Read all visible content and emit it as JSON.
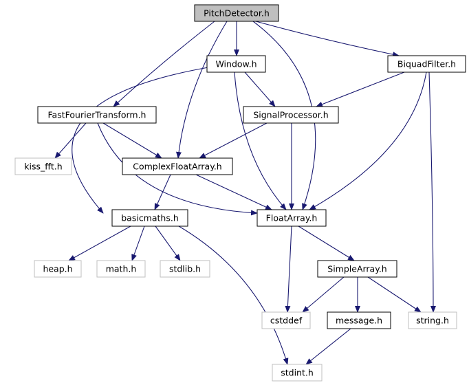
{
  "graph": {
    "colors": {
      "edge": "#191970",
      "node_border": "#000000",
      "external_border": "#bfbfbf",
      "root_fill": "#bfbfbf",
      "node_fill": "#ffffff"
    },
    "nodes": [
      {
        "id": "pitchdetector",
        "label": "PitchDetector.h",
        "kind": "root"
      },
      {
        "id": "window",
        "label": "Window.h",
        "kind": "local"
      },
      {
        "id": "biquadfilter",
        "label": "BiquadFilter.h",
        "kind": "local"
      },
      {
        "id": "fft",
        "label": "FastFourierTransform.h",
        "kind": "local"
      },
      {
        "id": "signalprocessor",
        "label": "SignalProcessor.h",
        "kind": "local"
      },
      {
        "id": "kissfft",
        "label": "kiss_fft.h",
        "kind": "external"
      },
      {
        "id": "complexfloatarray",
        "label": "ComplexFloatArray.h",
        "kind": "local"
      },
      {
        "id": "basicmaths",
        "label": "basicmaths.h",
        "kind": "local"
      },
      {
        "id": "floatarray",
        "label": "FloatArray.h",
        "kind": "local"
      },
      {
        "id": "heap",
        "label": "heap.h",
        "kind": "external"
      },
      {
        "id": "math",
        "label": "math.h",
        "kind": "external"
      },
      {
        "id": "stdlib",
        "label": "stdlib.h",
        "kind": "external"
      },
      {
        "id": "simplearray",
        "label": "SimpleArray.h",
        "kind": "local"
      },
      {
        "id": "cstddef",
        "label": "cstddef",
        "kind": "external"
      },
      {
        "id": "message",
        "label": "message.h",
        "kind": "local"
      },
      {
        "id": "string",
        "label": "string.h",
        "kind": "external"
      },
      {
        "id": "stdint",
        "label": "stdint.h",
        "kind": "external"
      }
    ],
    "edges": [
      {
        "from": "pitchdetector",
        "to": "window"
      },
      {
        "from": "pitchdetector",
        "to": "biquadfilter"
      },
      {
        "from": "pitchdetector",
        "to": "fft"
      },
      {
        "from": "pitchdetector",
        "to": "complexfloatarray"
      },
      {
        "from": "pitchdetector",
        "to": "floatarray"
      },
      {
        "from": "window",
        "to": "signalprocessor"
      },
      {
        "from": "window",
        "to": "floatarray"
      },
      {
        "from": "window",
        "to": "basicmaths"
      },
      {
        "from": "biquadfilter",
        "to": "signalprocessor"
      },
      {
        "from": "biquadfilter",
        "to": "floatarray"
      },
      {
        "from": "biquadfilter",
        "to": "string"
      },
      {
        "from": "fft",
        "to": "kissfft"
      },
      {
        "from": "fft",
        "to": "complexfloatarray"
      },
      {
        "from": "fft",
        "to": "floatarray"
      },
      {
        "from": "signalprocessor",
        "to": "complexfloatarray"
      },
      {
        "from": "signalprocessor",
        "to": "floatarray"
      },
      {
        "from": "complexfloatarray",
        "to": "basicmaths"
      },
      {
        "from": "complexfloatarray",
        "to": "floatarray"
      },
      {
        "from": "basicmaths",
        "to": "heap"
      },
      {
        "from": "basicmaths",
        "to": "math"
      },
      {
        "from": "basicmaths",
        "to": "stdlib"
      },
      {
        "from": "basicmaths",
        "to": "stdint"
      },
      {
        "from": "floatarray",
        "to": "simplearray"
      },
      {
        "from": "floatarray",
        "to": "cstddef"
      },
      {
        "from": "simplearray",
        "to": "cstddef"
      },
      {
        "from": "simplearray",
        "to": "message"
      },
      {
        "from": "simplearray",
        "to": "string"
      },
      {
        "from": "message",
        "to": "stdint"
      }
    ]
  }
}
